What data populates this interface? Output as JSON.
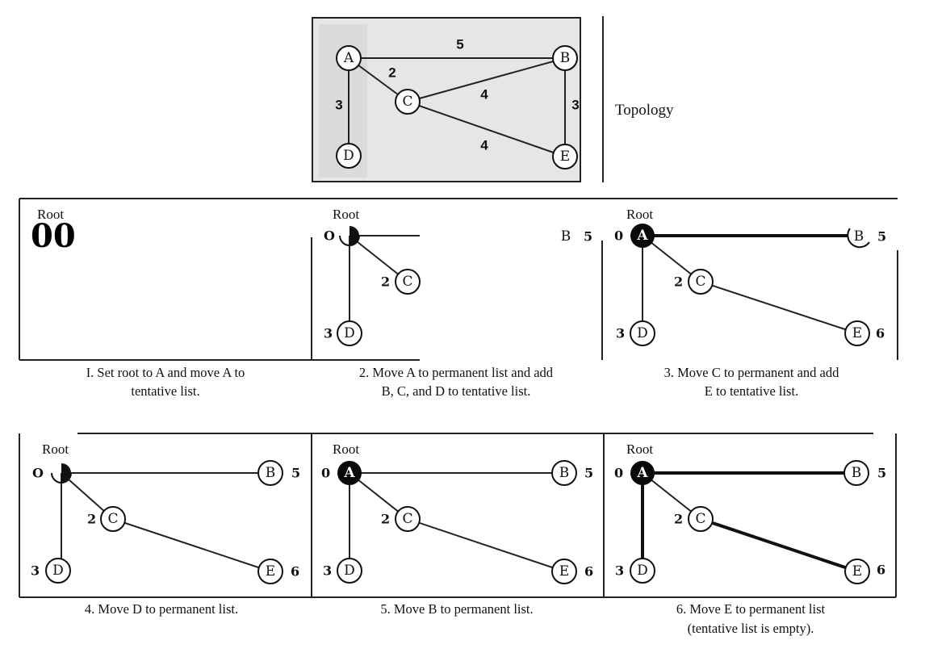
{
  "topology": {
    "label": "Topology",
    "nodes": [
      "A",
      "B",
      "C",
      "D",
      "E"
    ],
    "edges": [
      {
        "from": "A",
        "to": "B",
        "weight": "5"
      },
      {
        "from": "A",
        "to": "C",
        "weight": "2"
      },
      {
        "from": "A",
        "to": "D",
        "weight": "3"
      },
      {
        "from": "C",
        "to": "B",
        "weight": "4"
      },
      {
        "from": "B",
        "to": "E",
        "weight": "3"
      },
      {
        "from": "C",
        "to": "E",
        "weight": "4"
      }
    ]
  },
  "root_label": "Root",
  "steps": [
    {
      "caption": [
        "I. Set root to A and move A to",
        "tentative list."
      ],
      "big_text": "00"
    },
    {
      "caption": [
        "2. Move A to permanent list and add",
        "B, C, and D to tentative list."
      ],
      "root_dist": "O",
      "b": "B",
      "b_dist": "5",
      "c": "C",
      "c_dist": "2",
      "d": "D",
      "d_dist": "3"
    },
    {
      "caption": [
        "3. Move C to permanent and add",
        "E to tentative list."
      ],
      "root_dist": "0",
      "a": "A",
      "b": "B",
      "b_dist": "5",
      "c": "C",
      "c_dist": "2",
      "d": "D",
      "d_dist": "3",
      "e": "E",
      "e_dist": "6"
    },
    {
      "caption": [
        "4. Move D to permanent list."
      ],
      "root_dist": "O",
      "b": "B",
      "b_dist": "5",
      "c": "C",
      "c_dist": "2",
      "d": "D",
      "d_dist": "3",
      "e": "E",
      "e_dist": "6"
    },
    {
      "caption": [
        "5. Move B to permanent list."
      ],
      "root_dist": "0",
      "a": "A",
      "b": "B",
      "b_dist": "5",
      "c": "C",
      "c_dist": "2",
      "d": "D",
      "d_dist": "3",
      "e": "E",
      "e_dist": "6"
    },
    {
      "caption": [
        "6. Move E to permanent list",
        "(tentative list is empty)."
      ],
      "root_dist": "0",
      "a": "A",
      "b": "B",
      "b_dist": "5",
      "c": "C",
      "c_dist": "2",
      "d": "D",
      "d_dist": "3",
      "e": "E",
      "e_dist": "6"
    }
  ]
}
